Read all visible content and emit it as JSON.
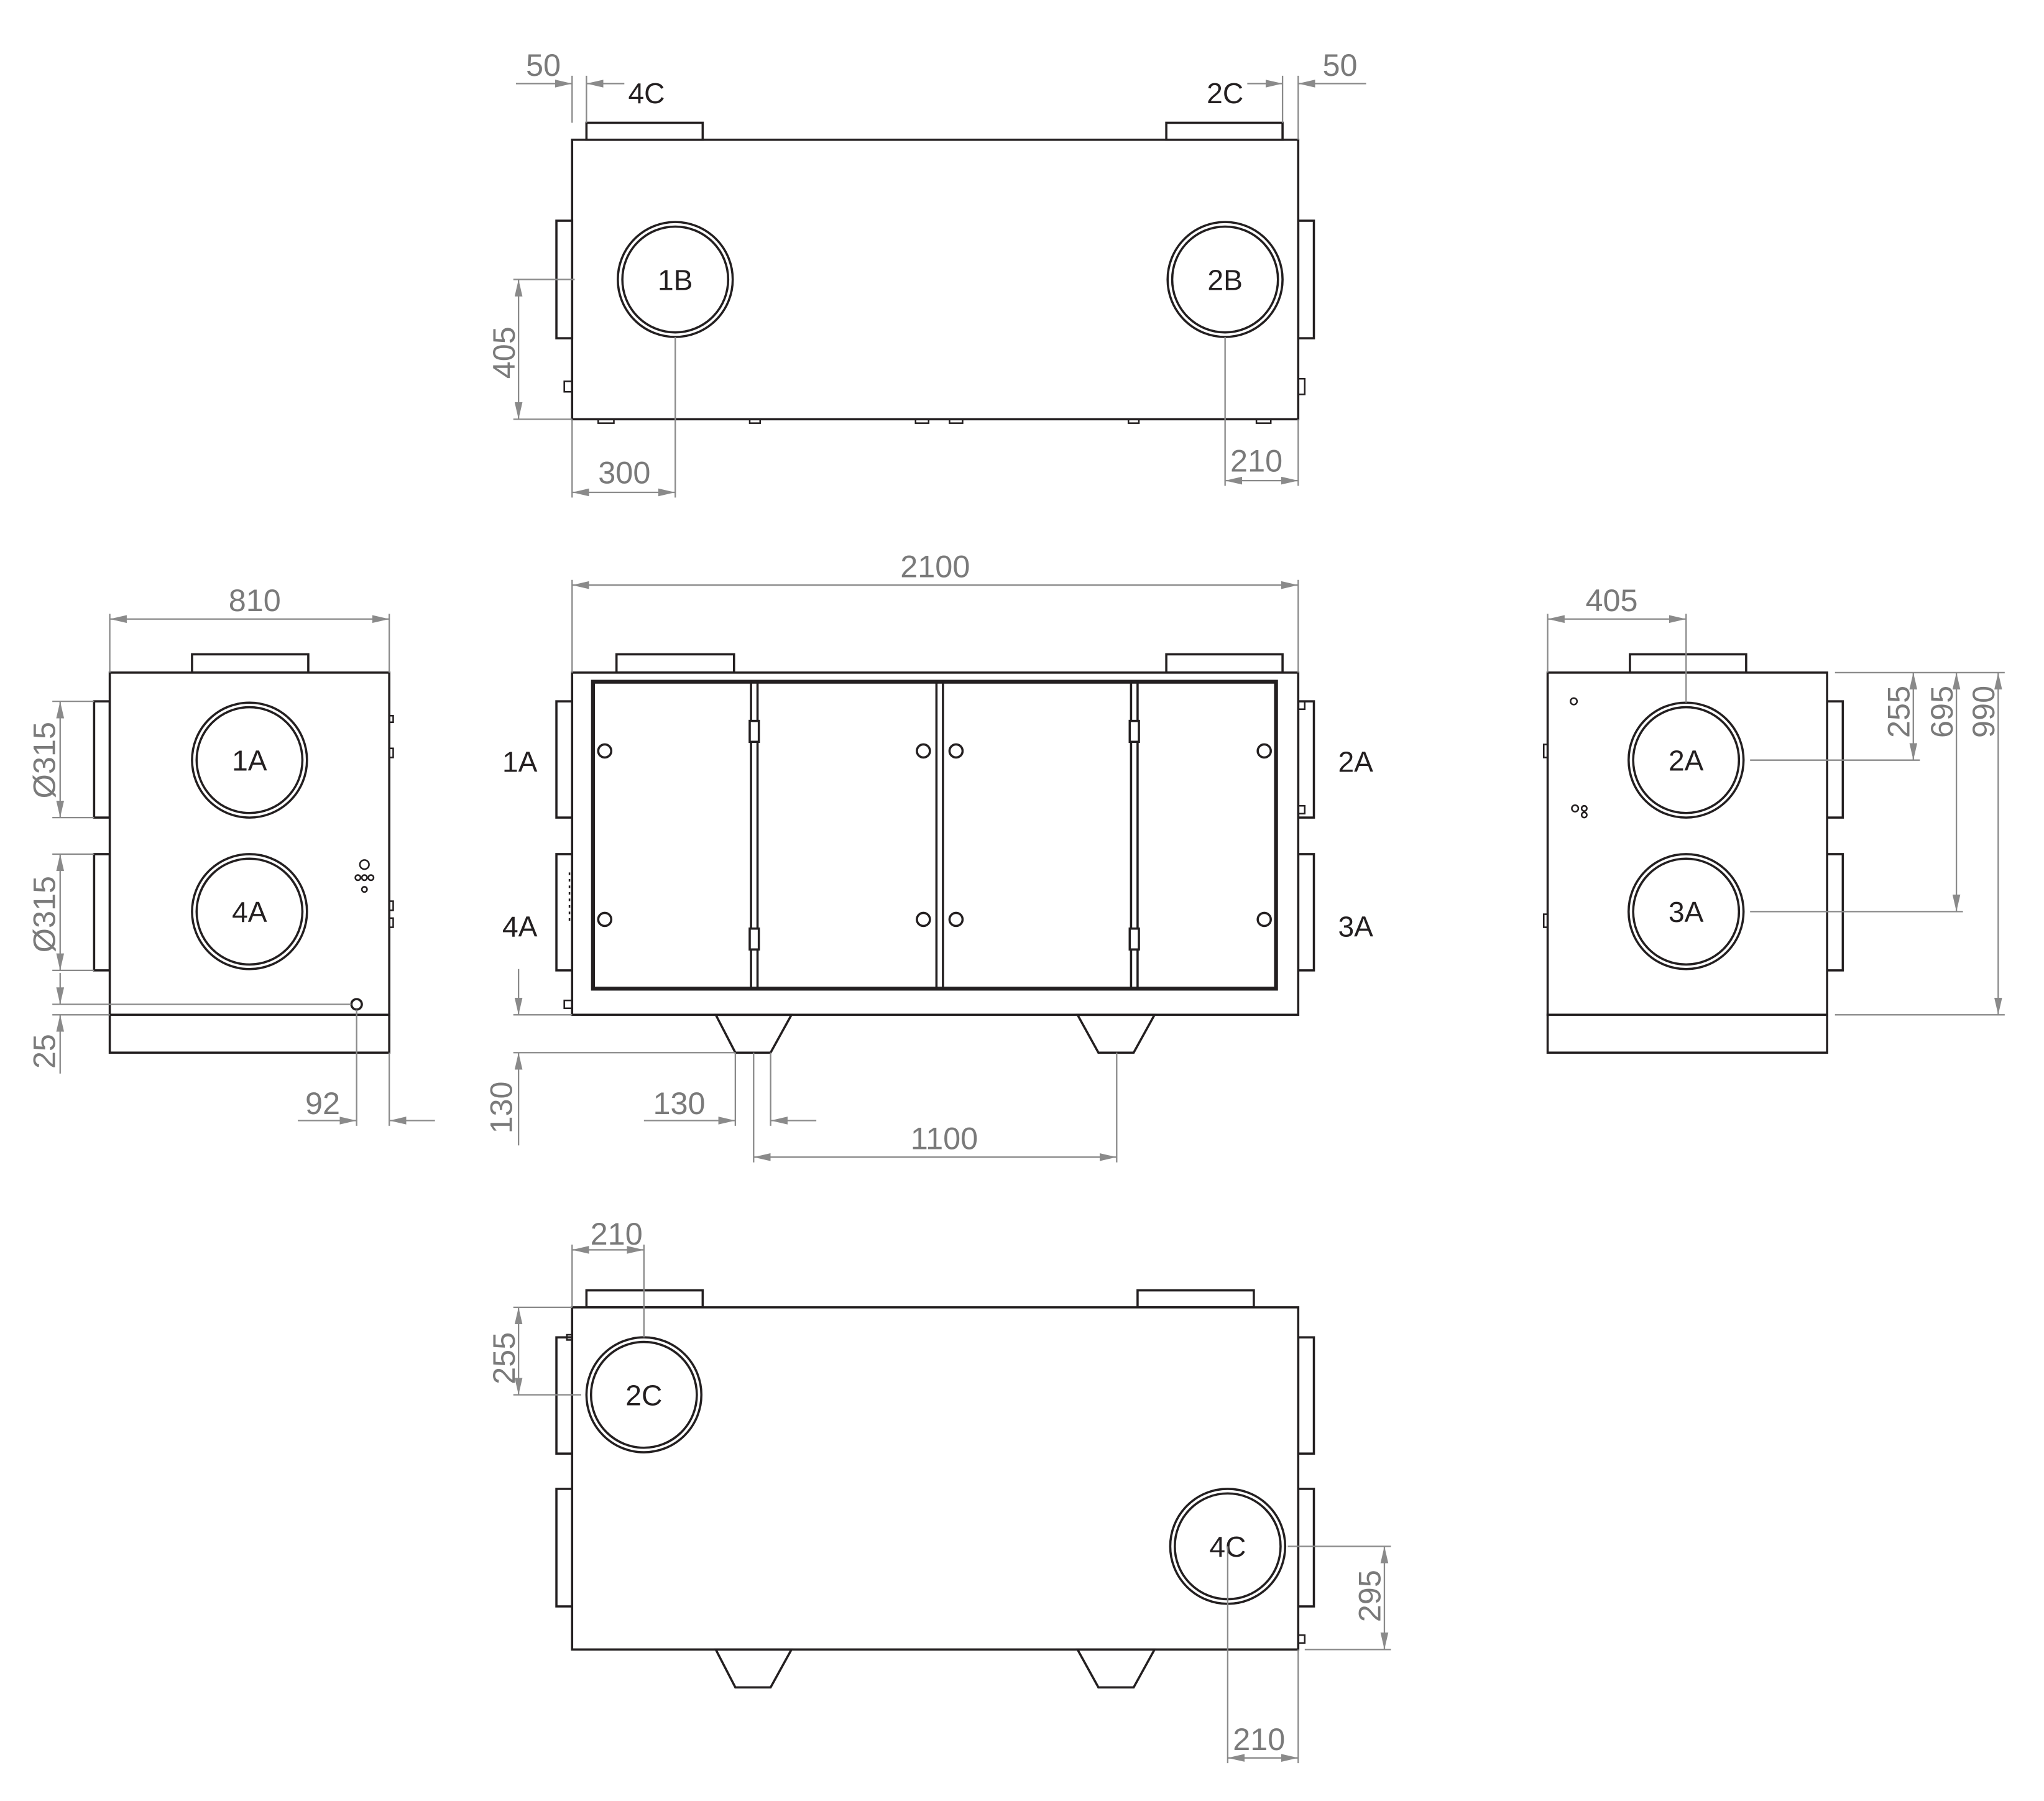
{
  "colors": {
    "outline": "#231f20",
    "dimension": "#8a8a8a",
    "dimension_text": "#7a7a7a",
    "background": "#ffffff"
  },
  "top_view": {
    "ports": {
      "left": "1B",
      "right": "2B"
    },
    "stub_labels": {
      "left": "4C",
      "right": "2C"
    },
    "dims": {
      "left_stub_offset": "50",
      "right_stub_offset": "50",
      "port_height": "405",
      "left_port_offset": "300",
      "right_port_offset": "210"
    }
  },
  "front_view": {
    "port_labels": {
      "upper_left": "1A",
      "lower_left": "4A",
      "upper_right": "2A",
      "lower_right": "3A"
    },
    "dims": {
      "length": "2100",
      "foot_height": "130",
      "foot_width": "130",
      "foot_spacing": "1100"
    }
  },
  "left_view": {
    "ports": {
      "upper": "1A",
      "lower": "4A"
    },
    "dims": {
      "width": "810",
      "upper_diameter": "Ø315",
      "lower_diameter": "Ø315",
      "bottom_offset": "25",
      "side_offset": "92"
    }
  },
  "right_view": {
    "ports": {
      "upper": "2A",
      "lower": "3A"
    },
    "dims": {
      "port_offset": "405",
      "upper_port_height": "255",
      "lower_port_height": "695",
      "height": "990"
    }
  },
  "bottom_view": {
    "ports": {
      "left": "2C",
      "right": "4C"
    },
    "dims": {
      "left_port_offset": "210",
      "left_port_height": "255",
      "right_port_height": "295",
      "right_port_offset": "210"
    }
  }
}
